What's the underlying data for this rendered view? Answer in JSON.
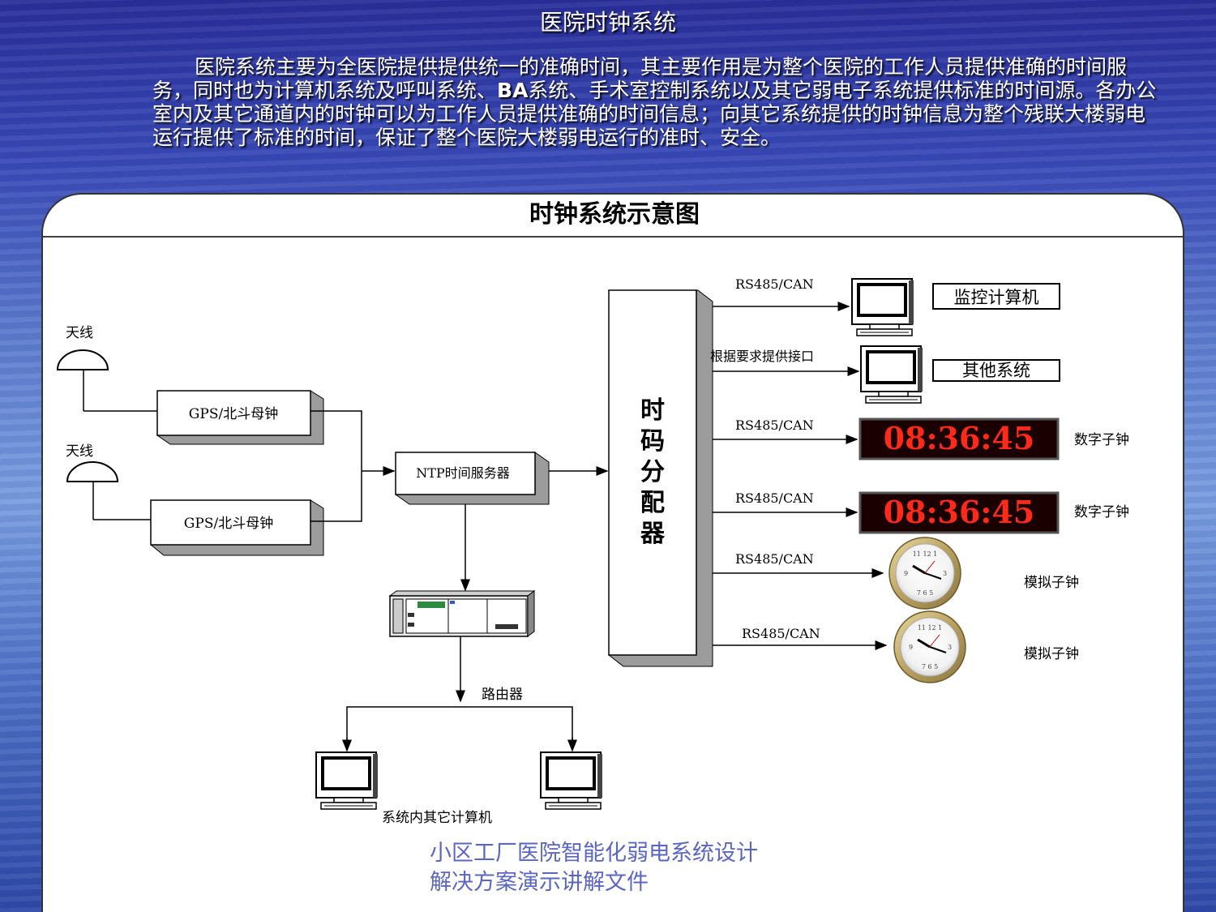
{
  "slide": {
    "title": "医院时钟系统",
    "intro_part1": "医院系统主要为全医院提供提供统一的准确时间，其主要作用是为整个医院的工作人员提供准确的时间服务，同时也为计算机系统及呼叫系统、",
    "intro_ba": "BA",
    "intro_part2": "系统、手术室控制系统以及其它弱电子系统提供标准的时间源。各办公室内及其它通道内的时钟可以为工作人员提供准确的时间信息；向其它系统提供的时钟信息为整个残联大楼弱电运行提供了标准的时间，保证了整个医院大楼弱电运行的准时、安全。"
  },
  "diagram": {
    "heading": "时钟系统示意图",
    "antenna_label": "天线",
    "master_clock_label": "GPS/北斗母钟",
    "ntp_server_label": "NTP时间服务器",
    "distributor_label": [
      "时",
      "码",
      "分",
      "配",
      "器"
    ],
    "router_label": "路由器",
    "other_computers_label": "系统内其它计算机",
    "outputs": [
      {
        "link": "RS485/CAN",
        "device": "监控计算机",
        "device_type": "computer-icon"
      },
      {
        "link": "根据要求提供接口",
        "device": "其他系统",
        "device_type": "computer-icon"
      },
      {
        "link": "RS485/CAN",
        "device": "数字子钟",
        "device_type": "digital-clock-icon",
        "display": "08:36:45"
      },
      {
        "link": "RS485/CAN",
        "device": "数字子钟",
        "device_type": "digital-clock-icon",
        "display": "08:36:45"
      },
      {
        "link": "RS485/CAN",
        "device": "模拟子钟",
        "device_type": "analog-clock-icon"
      },
      {
        "link": "RS485/CAN",
        "device": "模拟子钟",
        "device_type": "analog-clock-icon"
      }
    ]
  },
  "footer": {
    "line1": "小区工厂医院智能化弱电系统设计",
    "line2": "解决方案演示讲解文件"
  },
  "colors": {
    "led_red": "#ff2a1a",
    "led_bg": "#1a0000",
    "footer_text": "#5a66c0"
  }
}
